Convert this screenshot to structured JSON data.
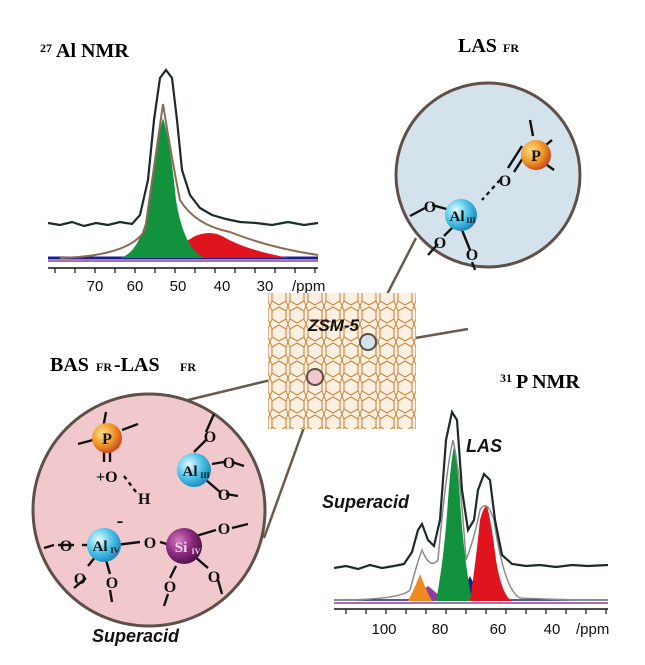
{
  "titles": {
    "al_nmr_sup": "27",
    "al_nmr": "Al NMR",
    "las_fr_main": "LAS",
    "las_fr_sub": "FR",
    "bas_main1": "BAS",
    "bas_sub1": "FR",
    "bas_dash": "-LAS",
    "bas_sub2": "FR",
    "p_nmr_sup": "31",
    "p_nmr": "P NMR",
    "zsm5": "ZSM-5",
    "superacid_bottom": "Superacid",
    "superacid_spec": "Superacid",
    "las_spec": "LAS"
  },
  "al_axis": {
    "ticks": [
      "70",
      "60",
      "50",
      "40",
      "30"
    ],
    "unit": "/ppm"
  },
  "p_axis": {
    "ticks": [
      "100",
      "80",
      "60",
      "40"
    ],
    "unit": "/ppm"
  },
  "atoms": {
    "p": "P",
    "al3": "Al",
    "al3_sub": "III",
    "al4": "Al",
    "al4_sub": "IV",
    "si": "Si",
    "si_sub": "IV",
    "o": "O",
    "h": "H",
    "plus_o": "+O",
    "minus": "-"
  },
  "colors": {
    "green": "#12923d",
    "red": "#e0141e",
    "navy": "#1b1f8e",
    "orange": "#f08a20",
    "purple": "#8a3f98",
    "blue_circle": "#d4e2ec",
    "pink_circle": "#f1c9cc",
    "zeolite": "#c9863e",
    "frame": "#6a5a4e"
  }
}
